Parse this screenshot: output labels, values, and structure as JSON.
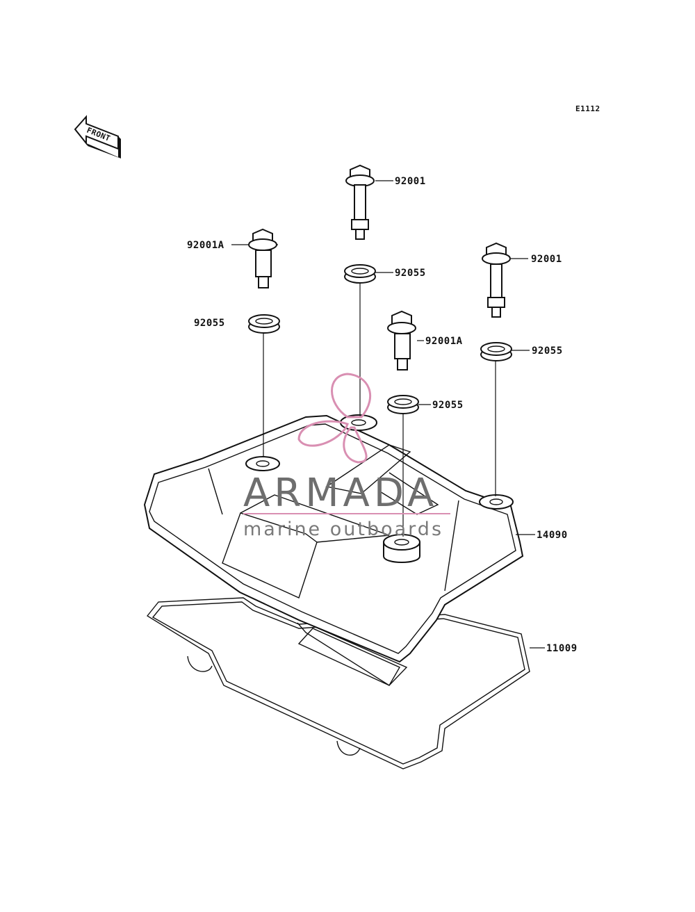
{
  "diagram_code": "E1112",
  "front_label": "FRONT",
  "watermark": {
    "title": "ARMADA",
    "subtitle": "marine outboards",
    "accent_color": "#d98fb2",
    "text_color": "#6e6e6e"
  },
  "parts": {
    "bolt_center_top": "92001",
    "bolt_right_top": "92001",
    "bolt_left": "92001A",
    "bolt_center_mid": "92001A",
    "washer_left": "92055",
    "washer_center_top": "92055",
    "washer_right": "92055",
    "washer_center_low": "92055",
    "cylinder_head_cover": "14090",
    "gasket": "11009"
  }
}
